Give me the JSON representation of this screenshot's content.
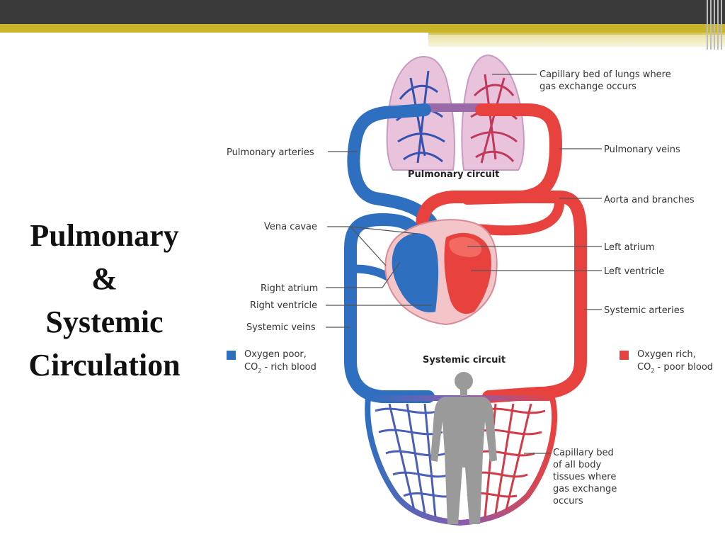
{
  "slide": {
    "title_lines": [
      "Pulmonary",
      "&",
      "Systemic",
      "Circulation"
    ]
  },
  "diagram": {
    "labels": {
      "capillary_lungs_1": "Capillary bed of lungs where",
      "capillary_lungs_2": "gas exchange occurs",
      "pulmonary_arteries": "Pulmonary arteries",
      "pulmonary_veins": "Pulmonary veins",
      "pulmonary_circuit": "Pulmonary circuit",
      "aorta": "Aorta and branches",
      "vena_cavae": "Vena cavae",
      "left_atrium": "Left atrium",
      "left_ventricle": "Left ventricle",
      "right_atrium": "Right atrium",
      "right_ventricle": "Right ventricle",
      "systemic_arteries": "Systemic arteries",
      "systemic_veins": "Systemic veins",
      "systemic_circuit": "Systemic circuit",
      "capillary_body_1": "Capillary bed",
      "capillary_body_2": "of all body",
      "capillary_body_3": "tissues where",
      "capillary_body_4": "gas exchange",
      "capillary_body_5": "occurs"
    },
    "legend": {
      "poor_1": "Oxygen poor,",
      "poor_2a": "CO",
      "poor_2sub": "2",
      "poor_2b": " - rich blood",
      "rich_1": "Oxygen rich,",
      "rich_2a": "CO",
      "rich_2sub": "2",
      "rich_2b": " - poor blood"
    },
    "colors": {
      "oxygen_poor": "#2f6fc0",
      "oxygen_rich": "#e8423f",
      "lung_tissue": "#e9c3dc",
      "body_silhouette": "#9a9a9a"
    }
  }
}
